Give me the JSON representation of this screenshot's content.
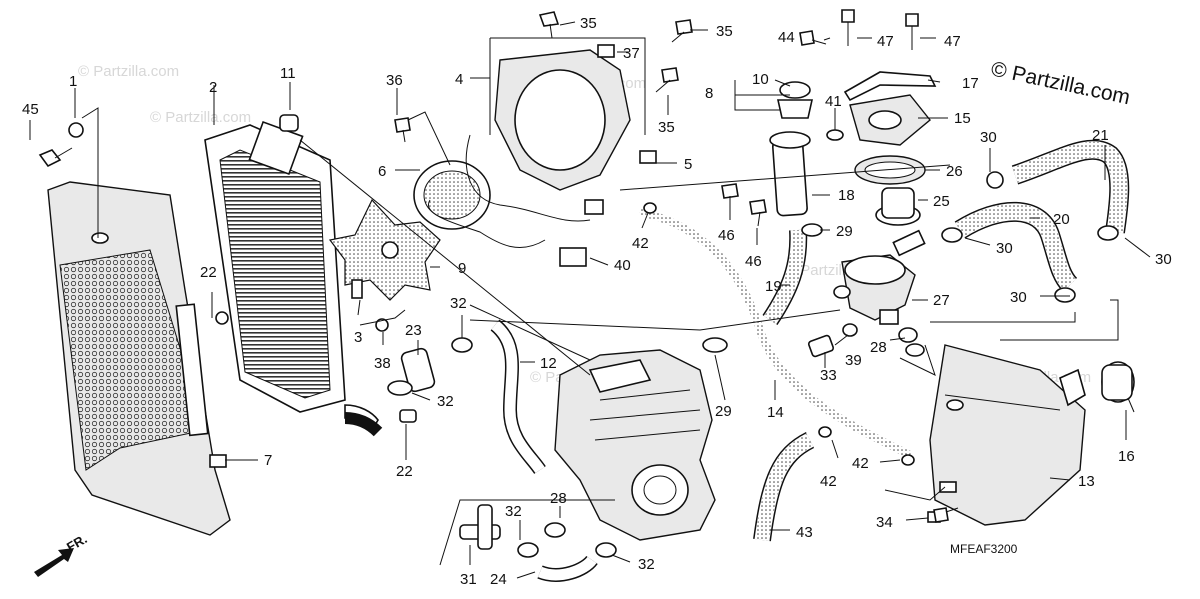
{
  "copyright": "© Partzilla.com",
  "watermark": "© Partzilla.com",
  "diagram_code": "MFEAF3200",
  "direction_label": "FR.",
  "callouts": [
    {
      "id": "c45a",
      "text": "45"
    },
    {
      "id": "c1",
      "text": "1"
    },
    {
      "id": "c2",
      "text": "2"
    },
    {
      "id": "c11",
      "text": "11"
    },
    {
      "id": "c36",
      "text": "36"
    },
    {
      "id": "c4",
      "text": "4"
    },
    {
      "id": "c35a",
      "text": "35"
    },
    {
      "id": "c35b",
      "text": "35"
    },
    {
      "id": "c37",
      "text": "37"
    },
    {
      "id": "c35c",
      "text": "35"
    },
    {
      "id": "c5",
      "text": "5"
    },
    {
      "id": "c6",
      "text": "6"
    },
    {
      "id": "c9",
      "text": "9"
    },
    {
      "id": "c3",
      "text": "3"
    },
    {
      "id": "c38",
      "text": "38"
    },
    {
      "id": "c22a",
      "text": "22"
    },
    {
      "id": "c23",
      "text": "23"
    },
    {
      "id": "c32a",
      "text": "32"
    },
    {
      "id": "c32b",
      "text": "32"
    },
    {
      "id": "c22b",
      "text": "22"
    },
    {
      "id": "c7",
      "text": "7"
    },
    {
      "id": "c12",
      "text": "12"
    },
    {
      "id": "c40",
      "text": "40"
    },
    {
      "id": "c42a",
      "text": "42"
    },
    {
      "id": "c8",
      "text": "8"
    },
    {
      "id": "c10",
      "text": "10"
    },
    {
      "id": "c44",
      "text": "44"
    },
    {
      "id": "c47a",
      "text": "47"
    },
    {
      "id": "c47b",
      "text": "47"
    },
    {
      "id": "c17",
      "text": "17"
    },
    {
      "id": "c41",
      "text": "41"
    },
    {
      "id": "c15",
      "text": "15"
    },
    {
      "id": "c30a",
      "text": "30"
    },
    {
      "id": "c21",
      "text": "21"
    },
    {
      "id": "c26",
      "text": "26"
    },
    {
      "id": "c18",
      "text": "18"
    },
    {
      "id": "c46a",
      "text": "46"
    },
    {
      "id": "c46b",
      "text": "46"
    },
    {
      "id": "c29a",
      "text": "29"
    },
    {
      "id": "c25",
      "text": "25"
    },
    {
      "id": "c20",
      "text": "20"
    },
    {
      "id": "c30b",
      "text": "30"
    },
    {
      "id": "c30c",
      "text": "30"
    },
    {
      "id": "c19",
      "text": "19"
    },
    {
      "id": "c30d",
      "text": "30"
    },
    {
      "id": "c27",
      "text": "27"
    },
    {
      "id": "c28a",
      "text": "28"
    },
    {
      "id": "c39",
      "text": "39"
    },
    {
      "id": "c33",
      "text": "33"
    },
    {
      "id": "c29b",
      "text": "29"
    },
    {
      "id": "c14",
      "text": "14"
    },
    {
      "id": "c42b",
      "text": "42"
    },
    {
      "id": "c42c",
      "text": "42"
    },
    {
      "id": "c13",
      "text": "13"
    },
    {
      "id": "c16",
      "text": "16"
    },
    {
      "id": "c34",
      "text": "34"
    },
    {
      "id": "c43",
      "text": "43"
    },
    {
      "id": "c28b",
      "text": "28"
    },
    {
      "id": "c32c",
      "text": "32"
    },
    {
      "id": "c32d",
      "text": "32"
    },
    {
      "id": "c31",
      "text": "31"
    },
    {
      "id": "c24",
      "text": "24"
    }
  ]
}
